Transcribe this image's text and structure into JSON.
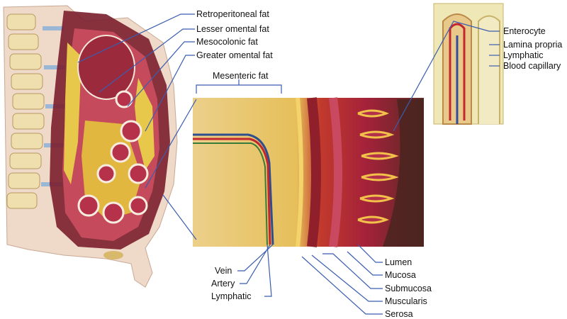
{
  "labels": {
    "retroperitoneal_fat": "Retroperitoneal fat",
    "lesser_omental_fat": "Lesser omental fat",
    "mesocolonic_fat": "Mesocolonic fat",
    "greater_omental_fat": "Greater omental fat",
    "mesenteric_fat": "Mesenteric fat",
    "enterocyte": "Enterocyte",
    "lamina_propria": "Lamina propria",
    "lymphatic_villus": "Lymphatic",
    "blood_capillary": "Blood capillary",
    "vein": "Vein",
    "artery": "Artery",
    "lymphatic_vessel": "Lymphatic",
    "lumen": "Lumen",
    "mucosa": "Mucosa",
    "submucosa": "Submucosa",
    "muscularis": "Muscularis",
    "serosa": "Serosa"
  },
  "colors": {
    "leader_line": "#3a5db0",
    "fat_yellow": "#e8c84a",
    "tissue_red": "#a8243a",
    "bone": "#f0dfae",
    "skin": "#efd9c8"
  }
}
